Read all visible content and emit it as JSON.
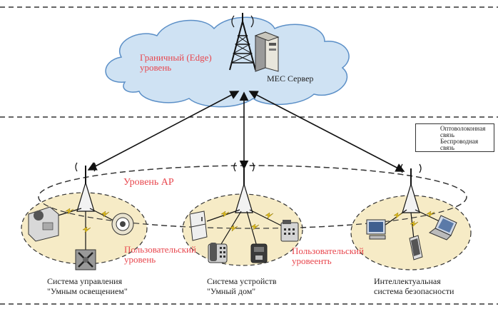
{
  "edge_layer": {
    "label_line1": "Граничный (Edge)",
    "label_line2": "уровень",
    "server_label": "MEC Сервер"
  },
  "ap_layer": {
    "label": "Уровень AP"
  },
  "user_layer": {
    "label_left_line1": "Пользовательский",
    "label_left_line2": "уровень",
    "label_right_line1": "Пользовательский",
    "label_right_line2": "уровеенть"
  },
  "legend": {
    "fiber_line1": "Оптоволоконная",
    "fiber_line2": "связь",
    "wireless_line1": "Беспроводная",
    "wireless_line2": "связь"
  },
  "systems": [
    {
      "line1": "Система управления",
      "line2": "\"Умным освещением\""
    },
    {
      "line1": "Система устройств",
      "line2": "\"Умный дом\""
    },
    {
      "line1": "Интеллектуальная",
      "line2": "система безопасности"
    }
  ],
  "colors": {
    "cloud_fill": "#cfe2f3",
    "cloud_stroke": "#5b8fc7",
    "group_fill": "#f6ebc6",
    "red_text": "#e8474e",
    "lightning": "#e6c21a"
  }
}
